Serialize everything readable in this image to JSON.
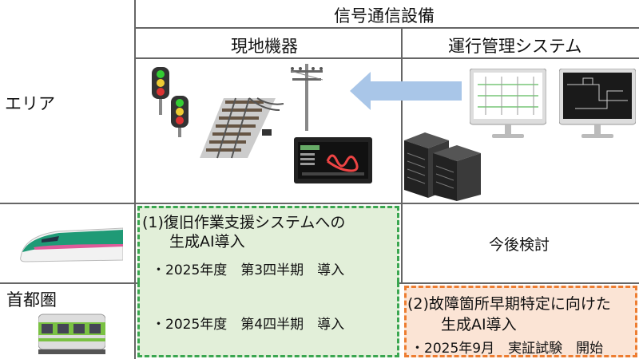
{
  "header": {
    "signal_equipment": "信号通信設備",
    "field_equipment": "現地機器",
    "operation_system": "運行管理システム",
    "area": "エリア"
  },
  "rows": {
    "shinkansen": {
      "green": {
        "title_line1": "(1)復旧作業支援システムへの",
        "title_line2": "生成AI導入",
        "schedule": "・2025年度　第3四半期　導入"
      },
      "right": "今後検討"
    },
    "metro": {
      "label": "首都圏",
      "green": {
        "schedule": "・2025年度　第4四半期　導入"
      },
      "orange": {
        "title_line1": "(2)故障箇所早期特定に向けた",
        "title_line2": "生成AI導入",
        "schedule": "・2025年9月　実証試験　開始"
      }
    }
  },
  "colors": {
    "green_fill": "#e2efd9",
    "green_border": "#3aa650",
    "orange_fill": "#fbe4d5",
    "orange_border": "#ed7d31"
  },
  "icons": [
    "traffic-signal-icon",
    "railway-track-icon",
    "utility-pole-icon",
    "display-panel-icon",
    "server-rack-icon",
    "monitor-icon",
    "arrow-left-icon",
    "shinkansen-train-icon",
    "commuter-train-icon"
  ]
}
